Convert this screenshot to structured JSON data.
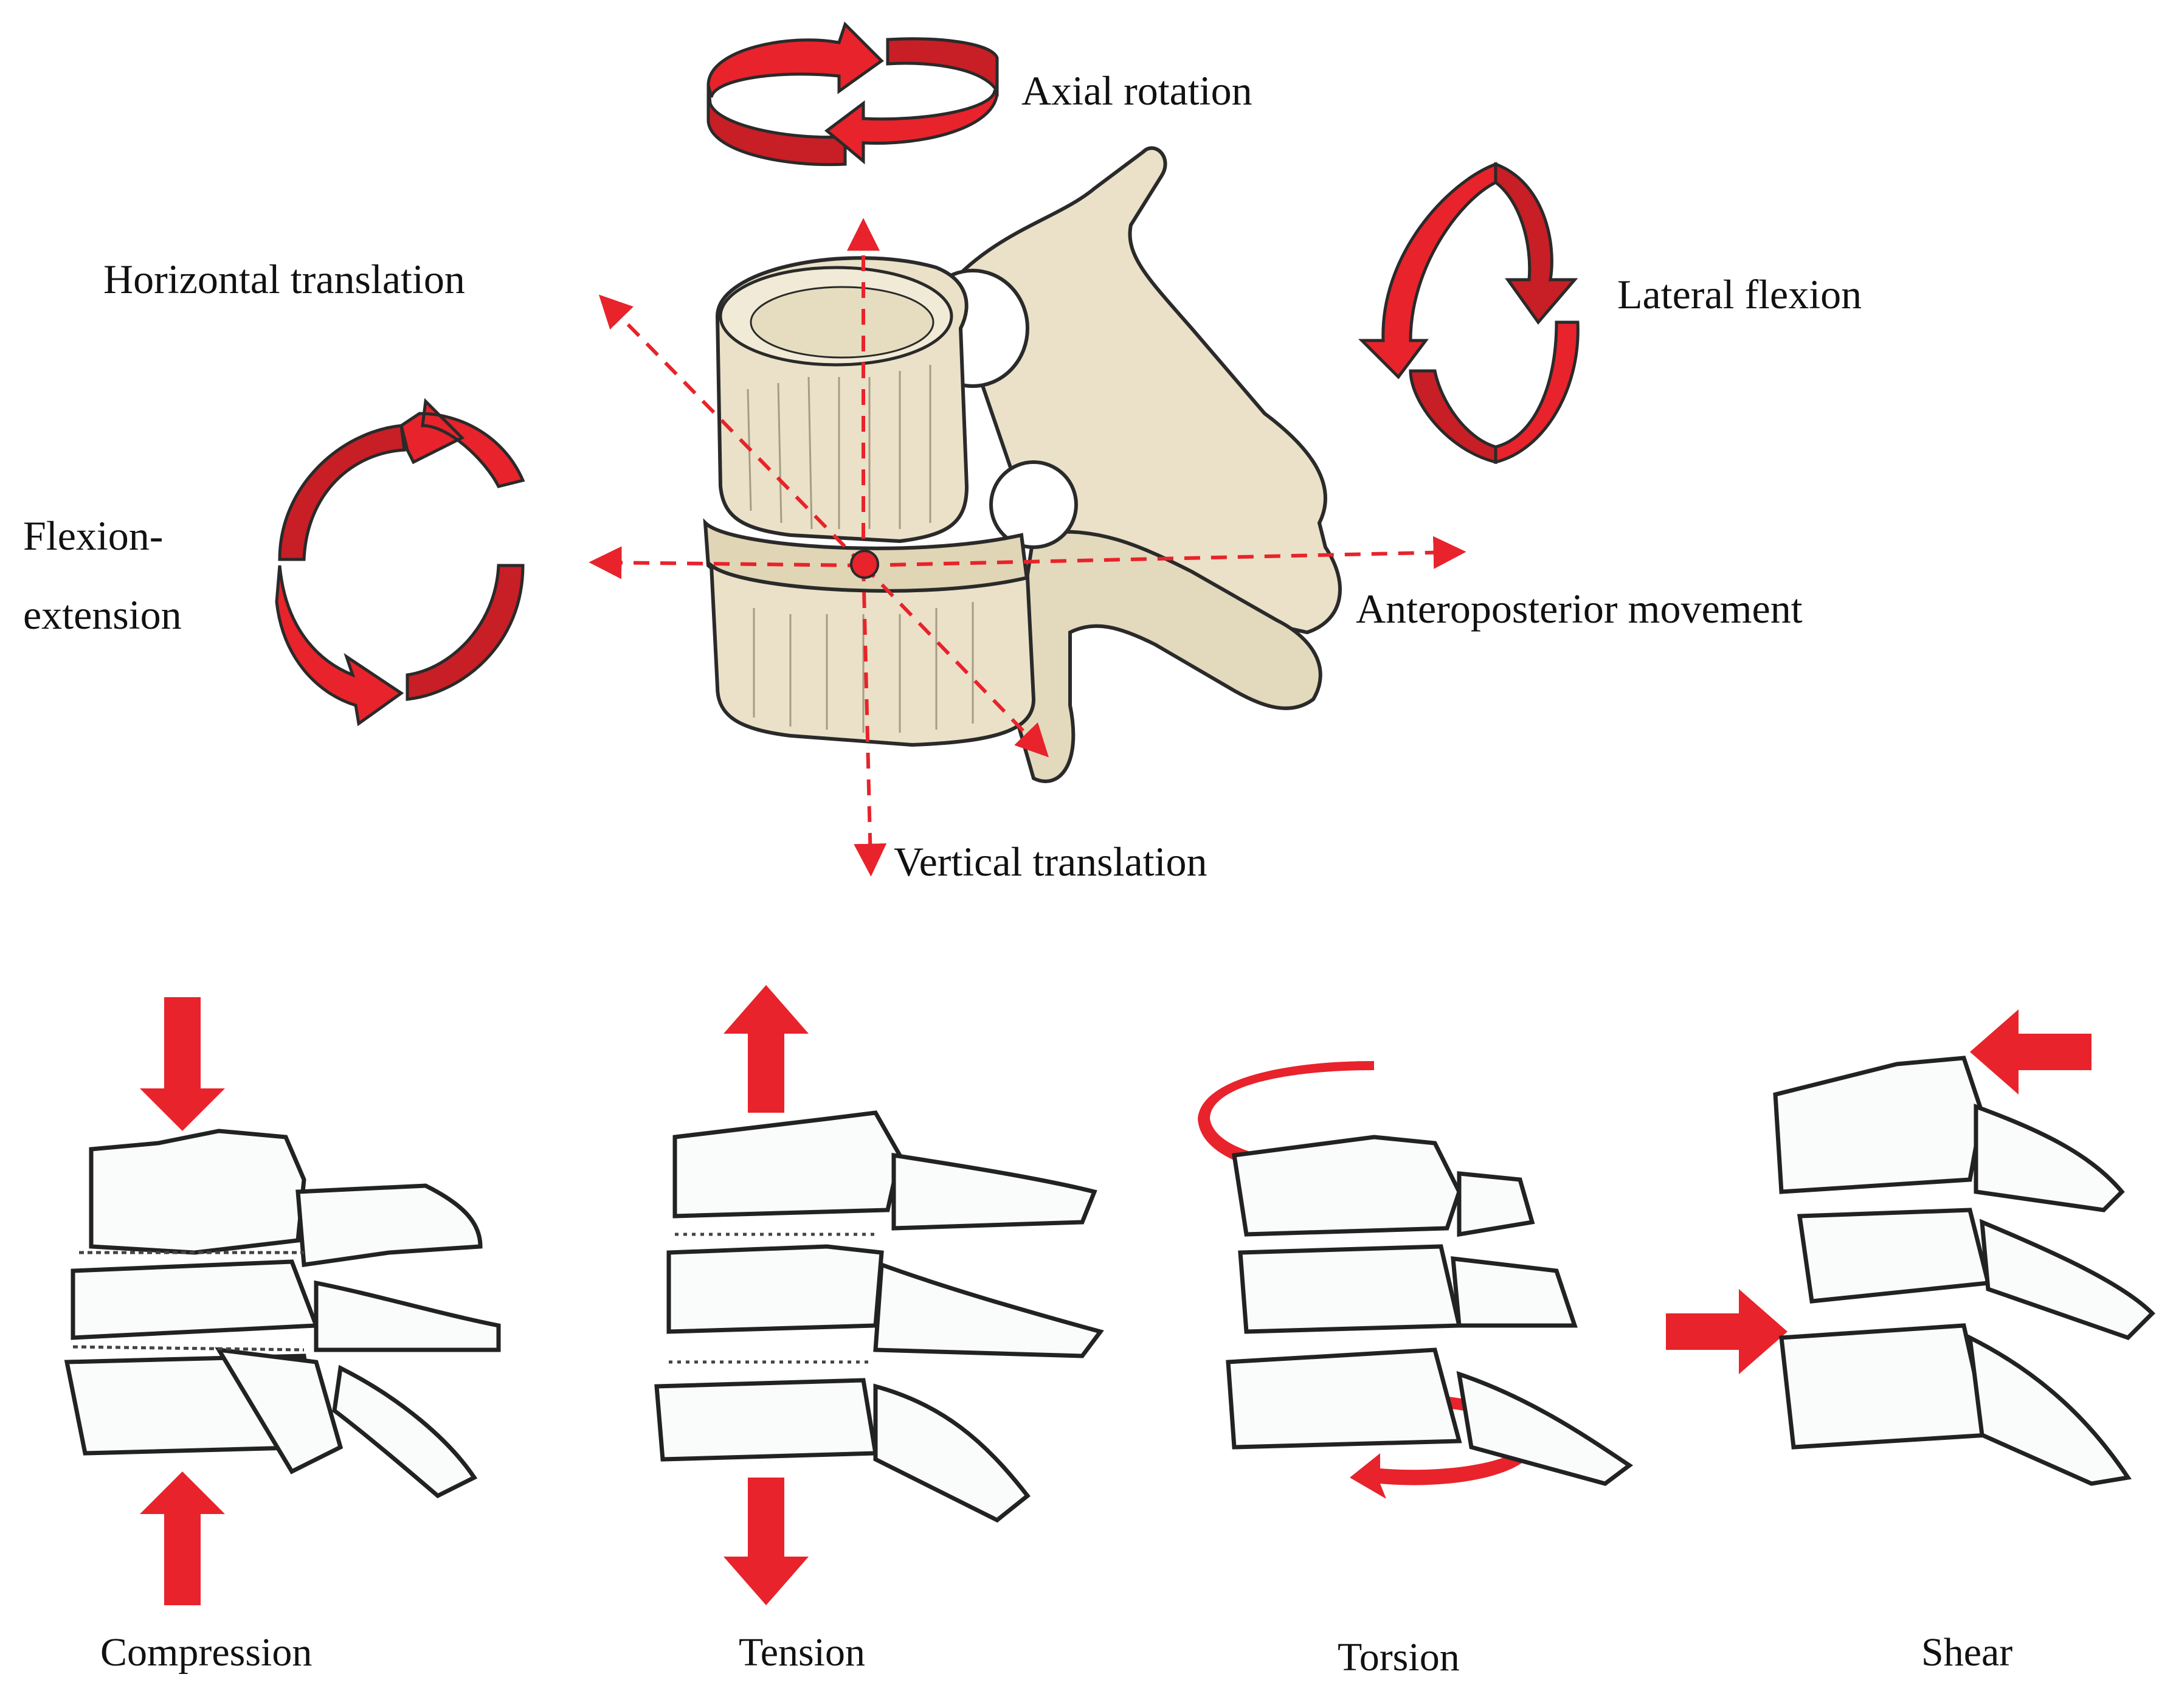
{
  "motions": {
    "axial_rotation": "Axial rotation",
    "horizontal_translation": "Horizontal translation",
    "lateral_flexion": "Lateral flexion",
    "flexion_extension_line1": "Flexion-",
    "flexion_extension_line2": "extension",
    "anteroposterior_movement": "Anteroposterior movement",
    "vertical_translation": "Vertical translation"
  },
  "loads": {
    "compression": "Compression",
    "tension": "Tension",
    "torsion": "Torsion",
    "shear": "Shear"
  },
  "colors": {
    "arrow_red": "#e8232b",
    "bone_fill": "#eae1c8",
    "bone_shade": "#cfc3a0",
    "outline": "#2a2a2a",
    "sketch_fill": "#fafcfb"
  }
}
